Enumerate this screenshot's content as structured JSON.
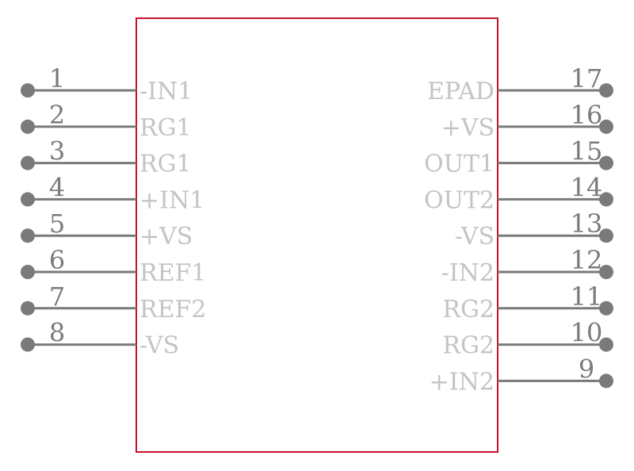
{
  "component": {
    "body_color": "#c8102e",
    "pin_color": "#7a7a7a",
    "label_color": "#c4c4c4"
  },
  "left_pins": [
    {
      "number": "1",
      "name": "-IN1"
    },
    {
      "number": "2",
      "name": "RG1"
    },
    {
      "number": "3",
      "name": "RG1"
    },
    {
      "number": "4",
      "name": "+IN1"
    },
    {
      "number": "5",
      "name": "+VS"
    },
    {
      "number": "6",
      "name": "REF1"
    },
    {
      "number": "7",
      "name": "REF2"
    },
    {
      "number": "8",
      "name": "-VS"
    }
  ],
  "right_pins": [
    {
      "number": "17",
      "name": "EPAD"
    },
    {
      "number": "16",
      "name": "+VS"
    },
    {
      "number": "15",
      "name": "OUT1"
    },
    {
      "number": "14",
      "name": "OUT2"
    },
    {
      "number": "13",
      "name": "-VS"
    },
    {
      "number": "12",
      "name": "-IN2"
    },
    {
      "number": "11",
      "name": "RG2"
    },
    {
      "number": "10",
      "name": "RG2"
    },
    {
      "number": "9",
      "name": "+IN2"
    }
  ]
}
